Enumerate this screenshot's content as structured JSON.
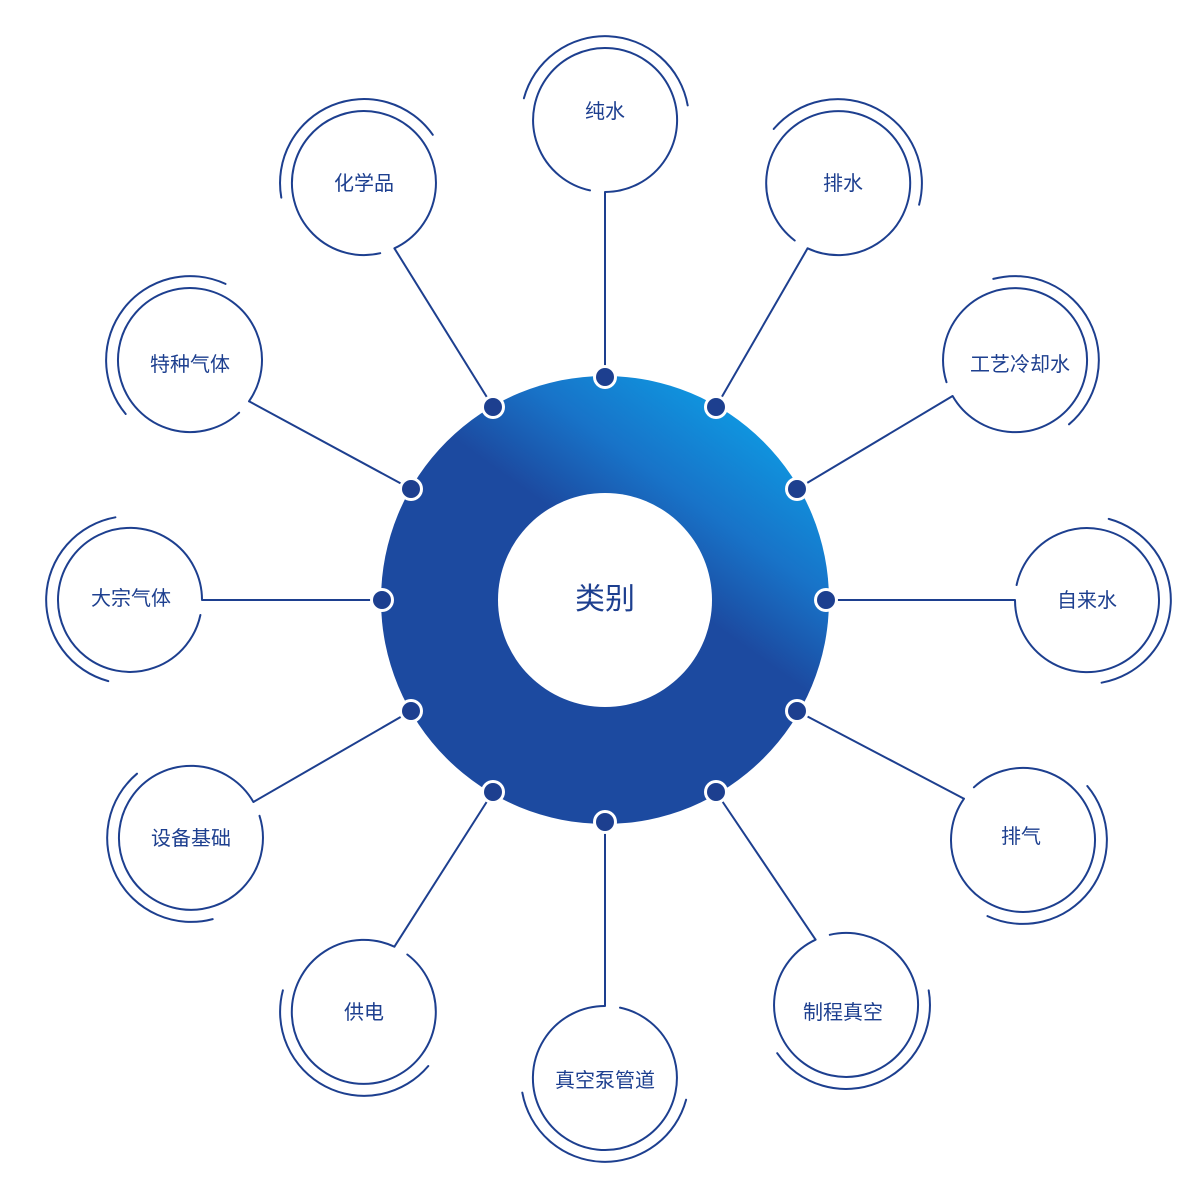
{
  "diagram": {
    "center": {
      "label": "类别"
    },
    "nodes": [
      {
        "id": "pure-water",
        "label": "纯水"
      },
      {
        "id": "drainage",
        "label": "排水"
      },
      {
        "id": "process-cooling-water",
        "label": "工艺冷却水"
      },
      {
        "id": "tap-water",
        "label": "自来水"
      },
      {
        "id": "exhaust",
        "label": "排气"
      },
      {
        "id": "process-vacuum",
        "label": "制程真空"
      },
      {
        "id": "vacuum-pump-piping",
        "label": "真空泵管道"
      },
      {
        "id": "power-supply",
        "label": "供电"
      },
      {
        "id": "equipment-foundation",
        "label": "设备基础"
      },
      {
        "id": "bulk-gas",
        "label": "大宗气体"
      },
      {
        "id": "specialty-gas",
        "label": "特种气体"
      },
      {
        "id": "chemicals",
        "label": "化学品"
      }
    ]
  },
  "colors": {
    "ring_dark": "#1c4aa0",
    "ring_light": "#0d9fe6",
    "line": "#1d3f8f",
    "dot": "#1d3f8f",
    "text": "#1d3f8f"
  }
}
